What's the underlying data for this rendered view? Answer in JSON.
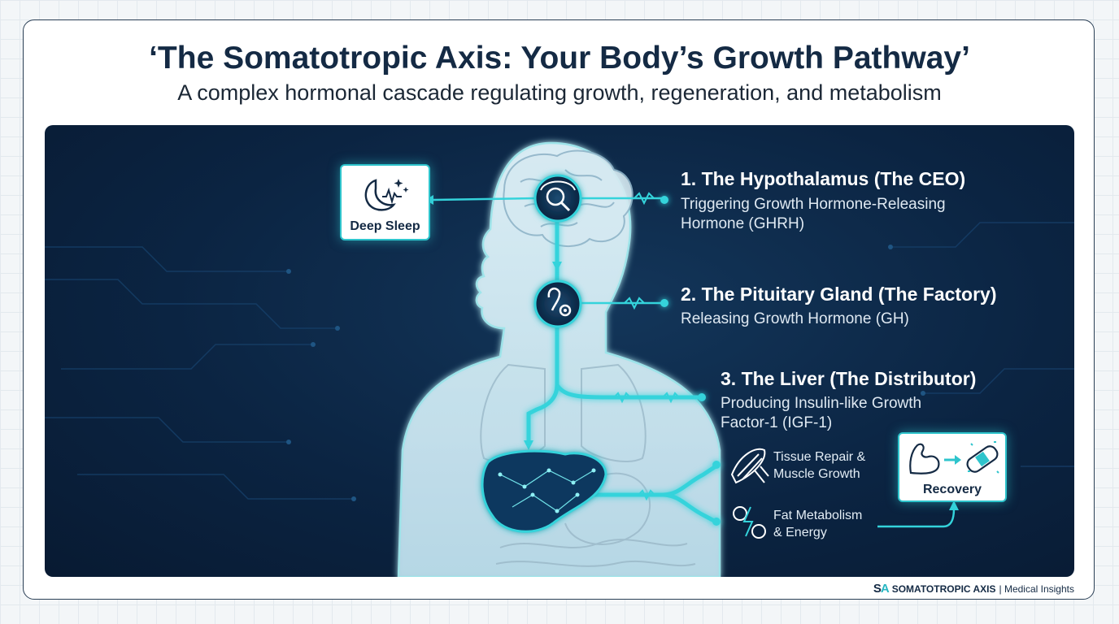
{
  "header": {
    "title": "‘The Somatotropic Axis: Your Body’s Growth Pathway’",
    "subtitle": "A complex hormonal cascade regulating growth, regeneration, and metabolism"
  },
  "steps": [
    {
      "title": "1. The Hypothalamus (The CEO)",
      "desc_line1": "Triggering Growth Hormone-Releasing",
      "desc_line2": "Hormone (GHRH)"
    },
    {
      "title": "2. The Pituitary Gland (The Factory)",
      "desc_line1": "Releasing Growth Hormone (GH)"
    },
    {
      "title": "3. The Liver (The Distributor)",
      "desc_line1": "Producing Insulin-like Growth",
      "desc_line2": "Factor-1 (IGF-1)"
    }
  ],
  "effects": [
    {
      "line1": "Tissue Repair &",
      "line2": "Muscle Growth",
      "icon": "muscle-fiber-icon"
    },
    {
      "line1": "Fat Metabolism",
      "line2": "& Energy",
      "icon": "energy-icon"
    }
  ],
  "cards": {
    "deep_sleep": "Deep Sleep",
    "recovery": "Recovery"
  },
  "footer": {
    "logo_s": "S",
    "logo_a": "A",
    "brand": "SOMATOTROPIC AXIS",
    "suffix": "| Medical Insights"
  },
  "colors": {
    "accent": "#2ec4cc",
    "panel": "#0b2442",
    "title": "#142a44"
  }
}
